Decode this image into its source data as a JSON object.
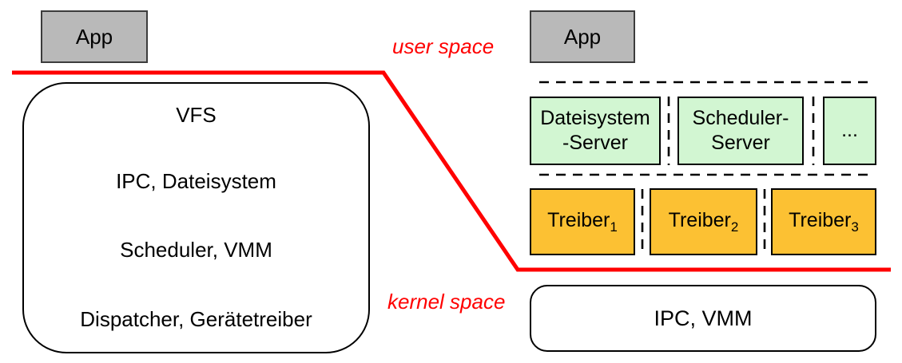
{
  "colors": {
    "accent_red": "#ff0000",
    "app_gray": "#b9b9b9",
    "server_green": "#d2f6d2",
    "driver_orange": "#fcc133",
    "line_black": "#000000"
  },
  "boundary_labels": {
    "user_space": "user space",
    "kernel_space": "kernel space"
  },
  "monolithic": {
    "app_label": "App",
    "layers": [
      "VFS",
      "IPC, Dateisystem",
      "Scheduler, VMM",
      "Dispatcher, Gerätetreiber"
    ]
  },
  "microkernel": {
    "app_label": "App",
    "servers": [
      {
        "line1": "Dateisystem",
        "line2": "-Server"
      },
      {
        "line1": "Scheduler-",
        "line2": "Server"
      },
      {
        "line1": "..."
      }
    ],
    "drivers": [
      {
        "base": "Treiber",
        "sub": "1"
      },
      {
        "base": "Treiber",
        "sub": "2"
      },
      {
        "base": "Treiber",
        "sub": "3"
      }
    ],
    "kernel_label": "IPC, VMM"
  }
}
